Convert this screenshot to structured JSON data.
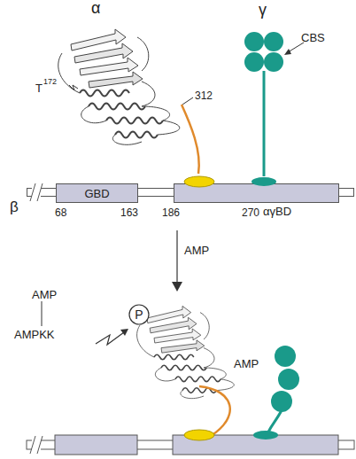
{
  "diagram": {
    "nodes": [
      {
        "text": [
          "β"
        ]
      },
      {
        "text": [
          "GBD"
        ],
        "in": 0
      },
      {
        "text": [
          "αγBD"
        ],
        "in": 0
      },
      {
        "text": [
          "P"
        ]
      }
    ],
    "labels": [
      "α",
      "T",
      "172",
      "312",
      "γ",
      "CBS",
      "68",
      "163",
      "186",
      "270",
      "AMP",
      "AMP",
      "AMPKK",
      "AMP"
    ]
  }
}
